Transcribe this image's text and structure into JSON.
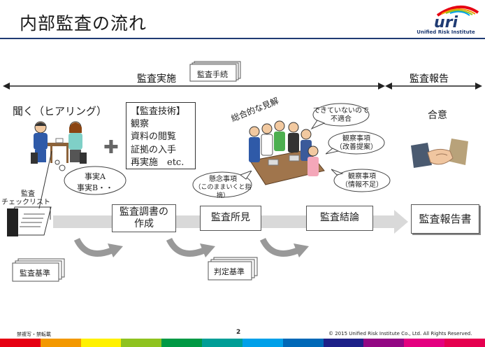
{
  "header": {
    "title": "内部監査の流れ",
    "logo": {
      "mark": "uri",
      "subtitle": "Unified Risk Institute"
    }
  },
  "phases": {
    "audit_execution": "監査実施",
    "audit_reporting": "監査報告"
  },
  "top_doc": "監査手続",
  "hearing": {
    "title": "聞く（ヒアリング）",
    "checklist_line1": "監査",
    "checklist_line2": "チェックリスト",
    "facts_line1": "事実A",
    "facts_line2": "事実B・・"
  },
  "techniques": {
    "heading": "【監査技術】",
    "items": [
      "観察",
      "資料の閲覧",
      "証拠の入手",
      "再実施　etc."
    ]
  },
  "meeting": {
    "caption": "総合的な見解",
    "callouts": {
      "concern_line1": "懸念事項",
      "concern_line2": "（このままいくと指摘）",
      "cannot_line1": "できていないので",
      "cannot_line2": "不適合",
      "observation1_line1": "観察事項",
      "observation1_line2": "（改善提案）",
      "observation2_line1": "観察事項",
      "observation2_line2": "（情報不足）"
    }
  },
  "agreement": "合意",
  "process": {
    "step1_line1": "監査調書の",
    "step1_line2": "作成",
    "step2": "監査所見",
    "step3": "監査結論",
    "step4": "監査報告書"
  },
  "bottom_docs": {
    "criteria": "監査基準",
    "judgment": "判定基準"
  },
  "footer": {
    "confidential": "禁複写・禁転載",
    "page_number": "2",
    "copyright": "© 2015 Unified Risk Institute Co., Ltd.  All Rights Reserved."
  },
  "colors": {
    "accent": "#1f3b73",
    "flow_arrow": "#d9d9d9",
    "cycle_arrow": "#999999",
    "footer_stripes": [
      "#e60012",
      "#f39800",
      "#fff100",
      "#8fc31f",
      "#009944",
      "#009e96",
      "#00a0e9",
      "#0068b7",
      "#1d2088",
      "#920783",
      "#e4007f",
      "#e5004f"
    ]
  },
  "icons": [
    "people-hearing-icon",
    "thought-bubble-icon",
    "checklist-document-icon",
    "plus-icon",
    "meeting-group-icon",
    "handshake-icon",
    "cycle-arrow-icon"
  ]
}
